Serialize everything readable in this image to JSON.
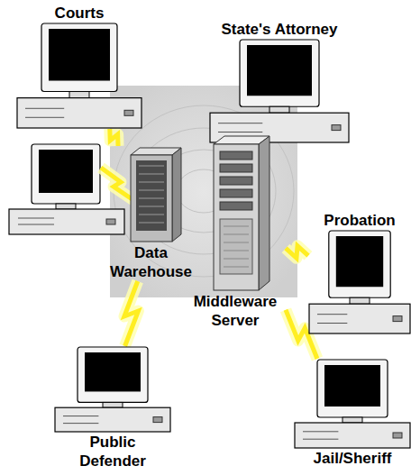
{
  "diagram": {
    "nodes": [
      {
        "text": [
          "Courts"
        ]
      },
      {
        "text": [
          "State's Attorney"
        ]
      },
      {
        "text": [
          "Data Warehouse"
        ]
      },
      {
        "text": [
          "Middleware Server"
        ]
      },
      {
        "text": [
          "Probation"
        ]
      },
      {
        "text": [
          "Public Defender"
        ]
      },
      {
        "text": [
          "Jail/Sheriff"
        ]
      }
    ],
    "edges": [
      {
        "from": 0,
        "to": 2,
        "arrow": "none"
      },
      {
        "from": 1,
        "to": 3,
        "arrow": "none"
      },
      {
        "from": 4,
        "to": 3,
        "arrow": "none"
      },
      {
        "from": 5,
        "to": 2,
        "arrow": "none"
      },
      {
        "from": 6,
        "to": 3,
        "arrow": "none"
      }
    ]
  }
}
